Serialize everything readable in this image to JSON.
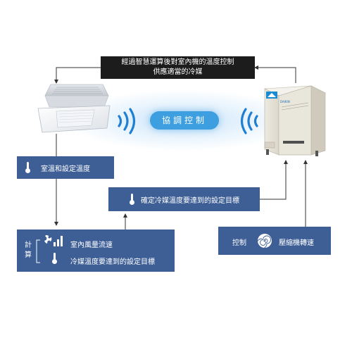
{
  "top_box": {
    "line1": "經過智慧運算後對室內機的溫度控制",
    "line2": "供應適當的冷媒"
  },
  "center_pill": "協調控制",
  "box_room_temp": {
    "label": "室溫和設定溫度",
    "icon": "thermometer-icon"
  },
  "box_target": {
    "label": "確定冷媒溫度要達到的設定目標",
    "icon": "thermometer-icon"
  },
  "box_calc": {
    "side_label": [
      "計",
      "算"
    ],
    "item1": {
      "label": "室內風量流速",
      "icon": "fan-signal-icon"
    },
    "item2": {
      "label": "冷媒溫度要達到的設定目標",
      "icon": "thermometer-icon"
    }
  },
  "box_control": {
    "label_left": "控制",
    "label_right": "壓縮機轉速",
    "icon": "compressor-spiral-icon"
  },
  "outdoor_unit": {
    "logo_text": "DAIKIN"
  },
  "colors": {
    "box_blue": "#3e5f96",
    "box_dark": "#1c1c1c",
    "pill_blue": "#3d9ee0",
    "wave_blue": "#1f7fd1",
    "line": "#333333"
  }
}
